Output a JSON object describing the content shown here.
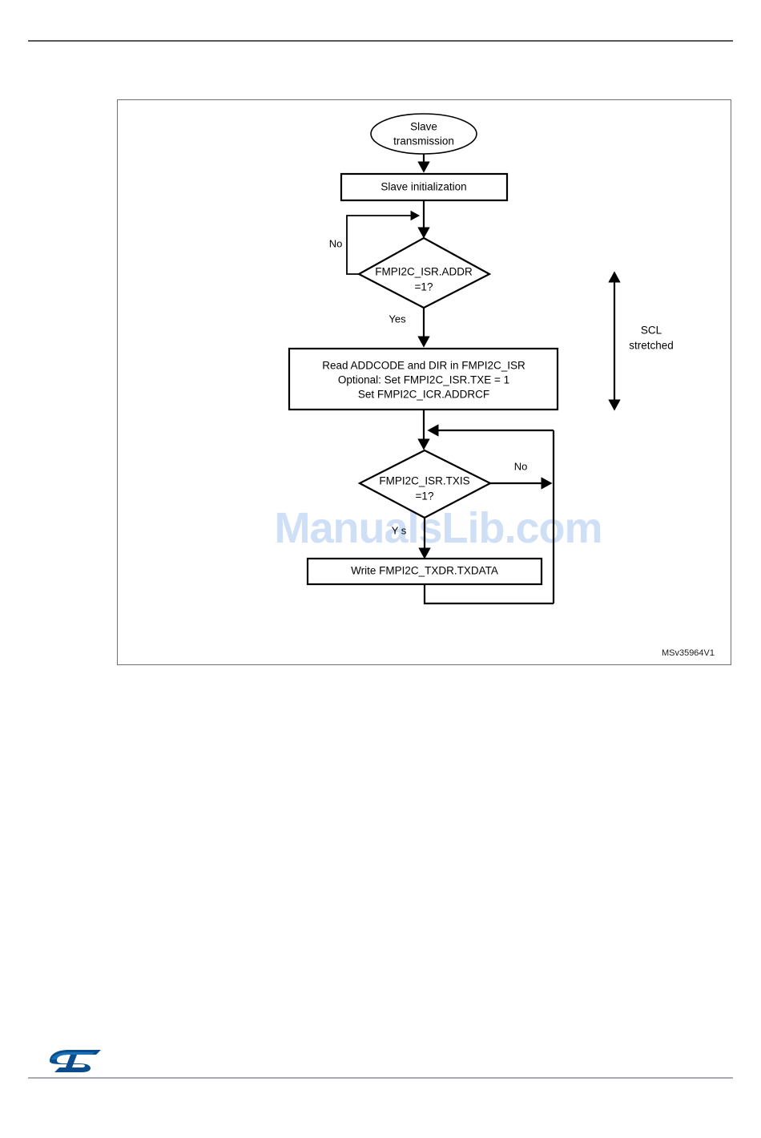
{
  "page": {
    "figure_id": "MSv35964V1",
    "watermark": "ManualsLib.com",
    "logo_name": "st-microelectronics-logo"
  },
  "flowchart": {
    "title": "Slave transmission",
    "nodes": {
      "start": {
        "type": "terminator",
        "line1": "Slave",
        "line2": "transmission"
      },
      "init": {
        "type": "process",
        "label": "Slave initialization"
      },
      "decision_addr": {
        "type": "decision",
        "line1": "FMPI2C_ISR.ADDR",
        "line2": "=1?"
      },
      "read_addr": {
        "type": "process",
        "line1": "Read ADDCODE and DIR in FMPI2C_ISR",
        "line2": "Optional: Set FMPI2C_ISR.TXE = 1",
        "line3": "Set FMPI2C_ICR.ADDRCF"
      },
      "decision_txis": {
        "type": "decision",
        "line1": "FMPI2C_ISR.TXIS",
        "line2": "=1?"
      },
      "write_txdr": {
        "type": "process",
        "label": "Write FMPI2C_TXDR.TXDATA"
      }
    },
    "edge_labels": {
      "addr_no": "No",
      "addr_yes": "Yes",
      "txis_no": "No",
      "txis_yes": "Y s"
    },
    "annotation": {
      "line1": "SCL",
      "line2": "stretched"
    }
  },
  "colors": {
    "stroke": "#000000",
    "frame": "#6f7174",
    "rule_top": "#58585a",
    "rule_bottom": "#a9abae",
    "watermark": "#cfdff5",
    "logo_blue": "#0b4c8c"
  }
}
